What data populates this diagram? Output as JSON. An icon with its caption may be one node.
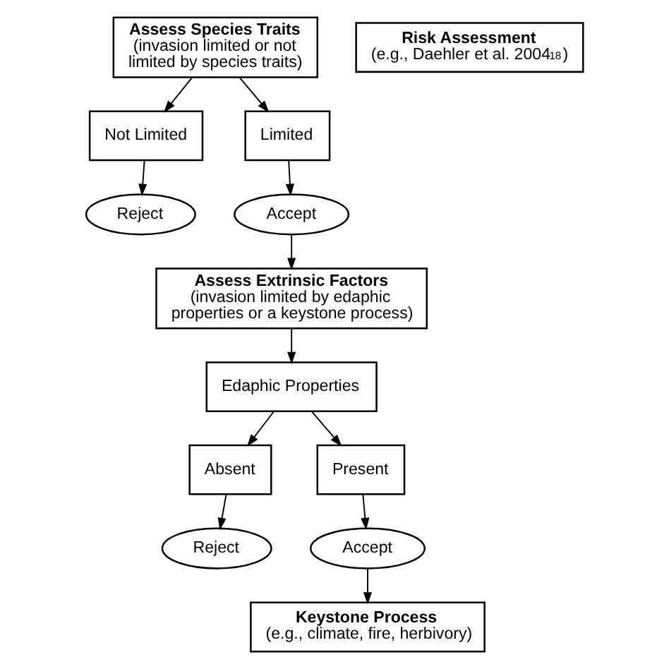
{
  "diagram": {
    "nodes": [
      {
        "text": [
          "Assess Species Traits",
          "(invasion limited or not limited by species traits)"
        ]
      },
      {
        "text": [
          "Risk Assessment",
          "(e.g., Daehler et al. 2004$^{18}$)"
        ]
      },
      {
        "text": [
          "Not Limited"
        ]
      },
      {
        "text": [
          "Limited"
        ]
      },
      {
        "text": [
          "Reject"
        ]
      },
      {
        "text": [
          "Accept"
        ]
      },
      {
        "text": [
          "Assess Extrinsic Factors",
          "(invasion limited by edaphic properties or a keystone process)"
        ]
      },
      {
        "text": [
          "Edaphic Properties"
        ]
      },
      {
        "text": [
          "Absent"
        ]
      },
      {
        "text": [
          "Present"
        ]
      },
      {
        "text": [
          "Reject"
        ]
      },
      {
        "text": [
          "Accept"
        ]
      },
      {
        "text": [
          "Keystone Process",
          "(e.g., climate, fire, herbivory)"
        ]
      }
    ],
    "edges": [
      {
        "from": 0,
        "to": 2,
        "arrow": "to"
      },
      {
        "from": 0,
        "to": 3,
        "arrow": "to"
      },
      {
        "from": 2,
        "to": 4,
        "arrow": "to"
      },
      {
        "from": 3,
        "to": 5,
        "arrow": "to"
      },
      {
        "from": 5,
        "to": 6,
        "arrow": "to"
      },
      {
        "from": 6,
        "to": 7,
        "arrow": "to"
      },
      {
        "from": 7,
        "to": 8,
        "arrow": "to"
      },
      {
        "from": 7,
        "to": 9,
        "arrow": "to"
      },
      {
        "from": 8,
        "to": 10,
        "arrow": "to"
      },
      {
        "from": 9,
        "to": 11,
        "arrow": "to"
      },
      {
        "from": 11,
        "to": 12,
        "arrow": "to"
      }
    ]
  }
}
